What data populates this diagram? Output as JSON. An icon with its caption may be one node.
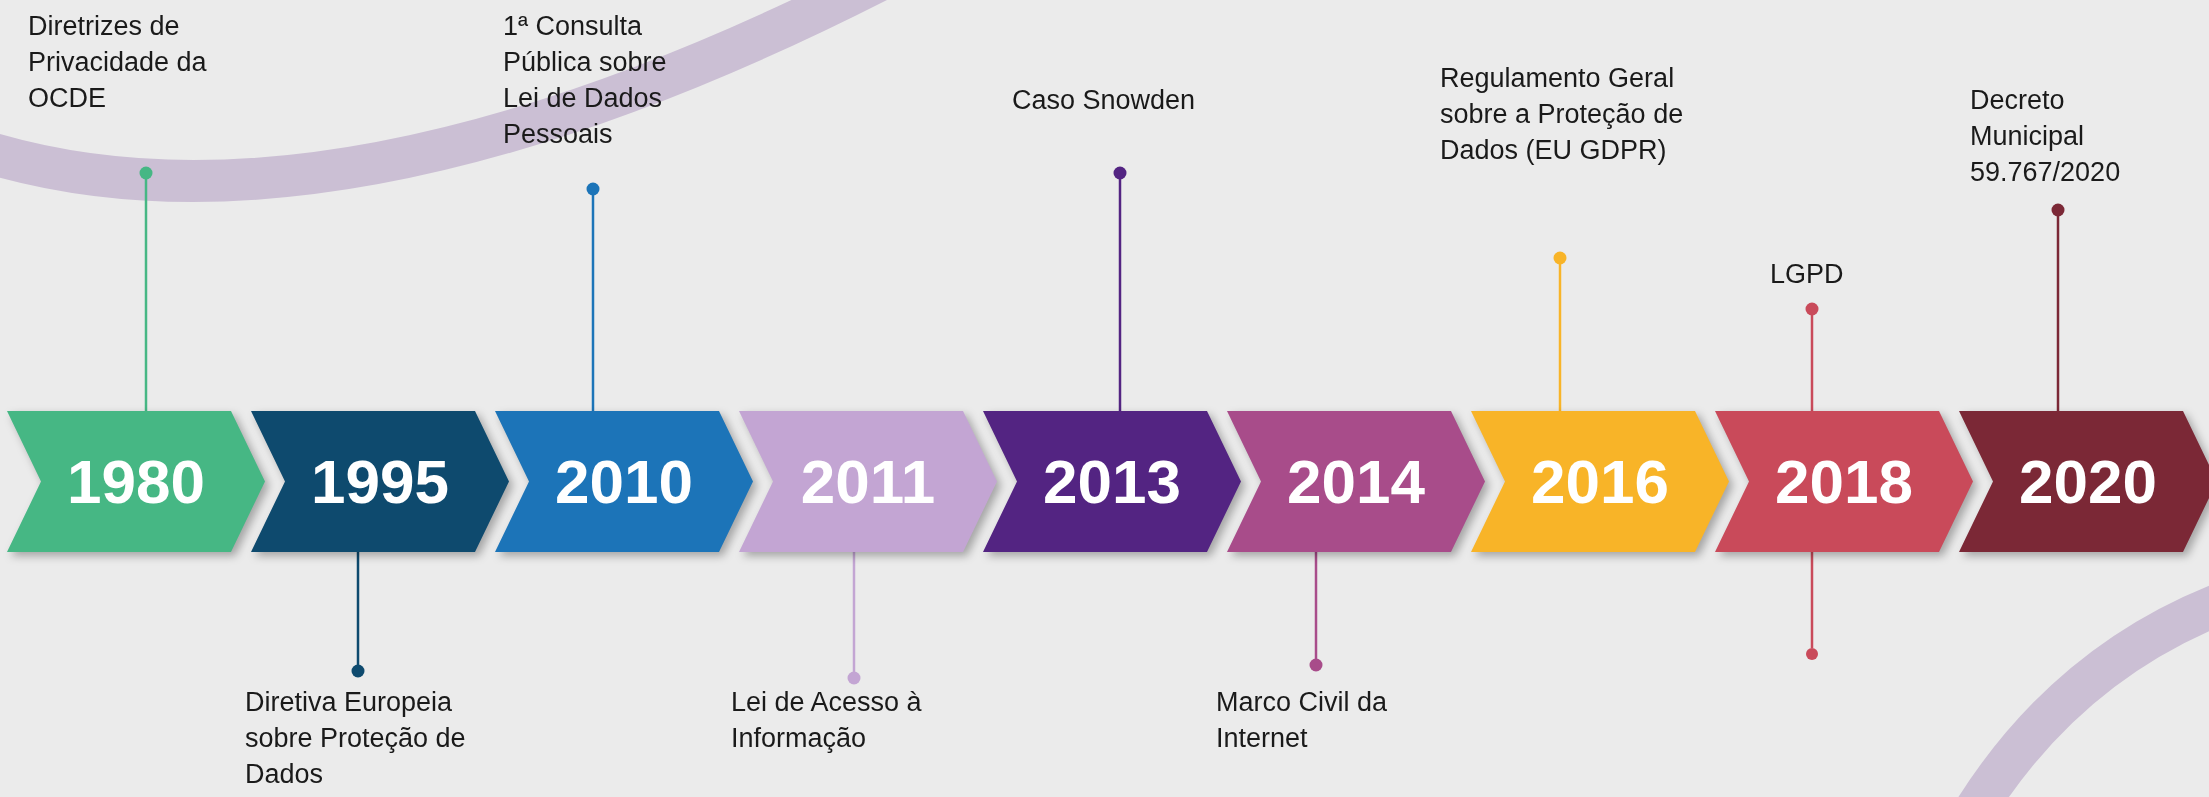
{
  "diagram": {
    "nodes": [
      {
        "text": [
          "1980"
        ]
      },
      {
        "text": [
          "1995"
        ]
      },
      {
        "text": [
          "2010"
        ]
      },
      {
        "text": [
          "2011"
        ]
      },
      {
        "text": [
          "2013"
        ]
      },
      {
        "text": [
          "2014"
        ]
      },
      {
        "text": [
          "2016"
        ]
      },
      {
        "text": [
          "2018"
        ]
      },
      {
        "text": [
          "2020"
        ]
      },
      {
        "text": [
          "Diretrizes de Privacidade da OCDE"
        ]
      },
      {
        "text": [
          "Diretiva Europeia sobre Proteção de Dados"
        ]
      },
      {
        "text": [
          "1ª Consulta Pública sobre Lei de Dados Pessoais"
        ]
      },
      {
        "text": [
          "Lei de Acesso à Informação"
        ]
      },
      {
        "text": [
          "Caso Snowden"
        ]
      },
      {
        "text": [
          "Marco Civil da Internet"
        ]
      },
      {
        "text": [
          "Regulamento Geral sobre a Proteção de Dados (EU GDPR)"
        ]
      },
      {
        "text": [
          "LGPD"
        ]
      },
      {
        "text": [],
        "shape": "circle"
      },
      {
        "text": [
          "Decreto Municipal 59.767/2020"
        ]
      }
    ],
    "edges": [
      {
        "from": 9,
        "to": 0,
        "arrow": "other",
        "color": "#46b784"
      },
      {
        "from": 10,
        "to": 1,
        "arrow": "other",
        "color": "#0e4a6e"
      },
      {
        "from": 11,
        "to": 2,
        "arrow": "other",
        "color": "#1c74b8"
      },
      {
        "from": 12,
        "to": 3,
        "arrow": "other",
        "color": "#c3a5d3"
      },
      {
        "from": 13,
        "to": 4,
        "arrow": "other",
        "color": "#532482"
      },
      {
        "from": 14,
        "to": 5,
        "arrow": "other",
        "color": "#a84c8a"
      },
      {
        "from": 15,
        "to": 6,
        "arrow": "other",
        "color": "#f8b428"
      },
      {
        "from": 16,
        "to": 7,
        "arrow": "other",
        "color": "#c94a5a"
      },
      {
        "from": 17,
        "to": 7,
        "arrow": "none",
        "color": "#c94a5a"
      },
      {
        "from": 18,
        "to": 8,
        "arrow": "other",
        "color": "#7b2836"
      }
    ]
  }
}
